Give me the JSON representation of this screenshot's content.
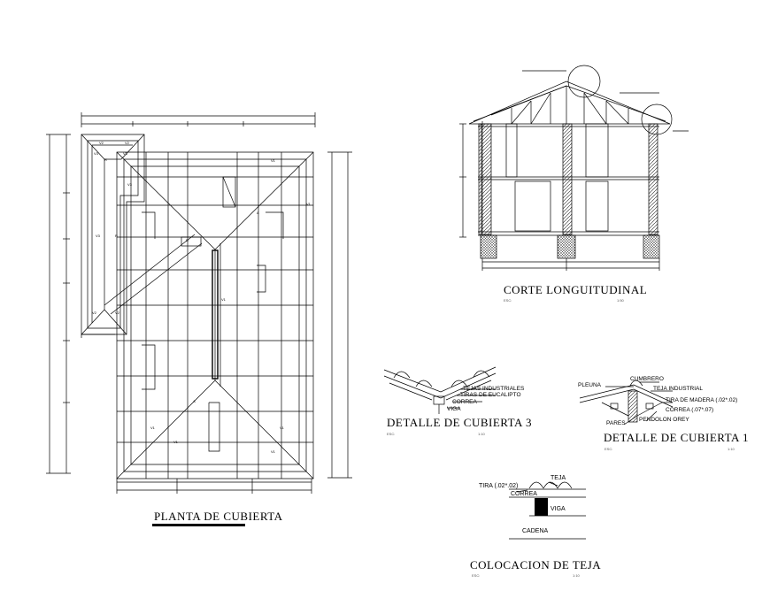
{
  "titles": {
    "planta": "PLANTA DE CUBIERTA",
    "corte": "CORTE LONGUITUDINAL",
    "detalle3": "DETALLE DE CUBIERTA 3",
    "detalle1": "DETALLE DE CUBIERTA 1",
    "colocacion": "COLOCACION DE TEJA"
  },
  "scales": {
    "corte_esc": "ESC:",
    "corte_val": "1:50",
    "detalle3_esc": "ESC:",
    "detalle3_val": "1:10",
    "detalle1_esc": "ESC:",
    "detalle1_val": "1:10",
    "colocacion_esc": "ESC:",
    "colocacion_val": "1:10"
  },
  "detalle3_labels": [
    "TEJAS INDUSTRIALES",
    "TIRAS DE EUCALIPTO",
    "CORREA",
    "VIGA"
  ],
  "detalle1_labels": {
    "cumbrero": "CUMBRERO",
    "pleuna": "PLEUNA",
    "teja": "TEJA INDUSTRIAL",
    "tira": "TIRA DE MADERA (.02*.02)",
    "correa": "CORREA (.07*.07)",
    "pares": "PARES",
    "pendolon": "PENDOLON OREY"
  },
  "colocacion_labels": {
    "teja": "TEJA",
    "tira": "TIRA (.02*.02)",
    "correa": "CORREA",
    "viga": "VIGA",
    "cadena": "CADENA"
  },
  "colors": {
    "line": "#000000",
    "hatch": "#444444"
  }
}
